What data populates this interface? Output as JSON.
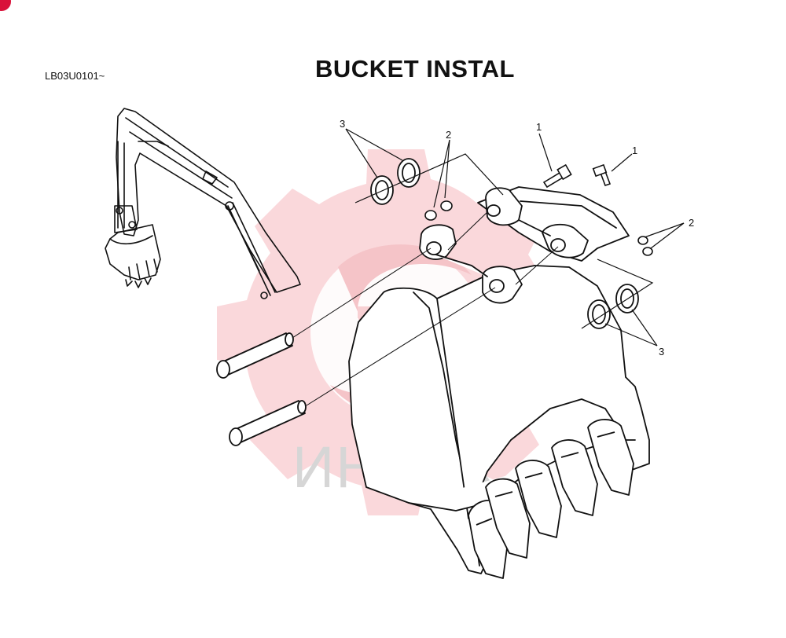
{
  "header": {
    "model_code": "LB03U0101~",
    "title": "BUCKET INSTAL"
  },
  "callouts": [
    {
      "id": "c3a",
      "label": "3"
    },
    {
      "id": "c2a",
      "label": "2"
    },
    {
      "id": "c1a",
      "label": "1"
    },
    {
      "id": "c1b",
      "label": "1"
    },
    {
      "id": "c2b",
      "label": "2"
    },
    {
      "id": "c3b",
      "label": "3"
    }
  ],
  "watermark": {
    "text": "ИНТЕХ",
    "logo_icon": "gear-logo-icon",
    "logo_color": "#f5b8bd"
  },
  "colors": {
    "line": "#111111",
    "accent": "#d9123a"
  }
}
